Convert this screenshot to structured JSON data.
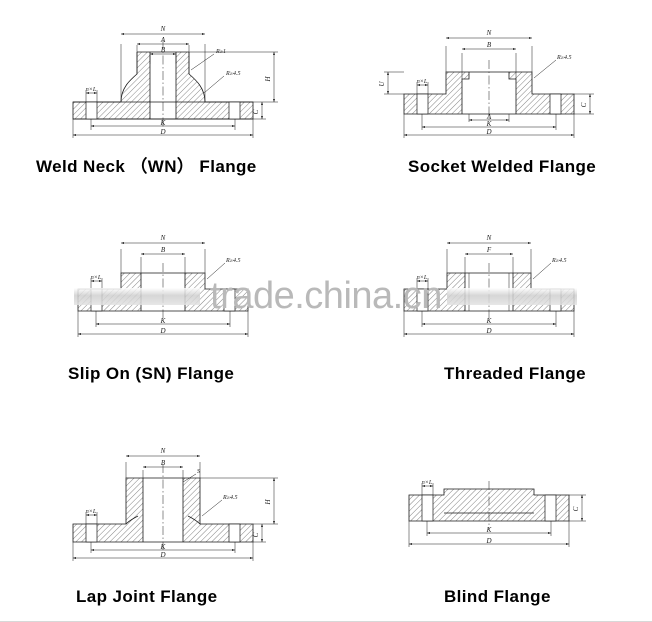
{
  "page": {
    "title": "Flange Types Technical Drawing Sheet",
    "background_color": "#ffffff",
    "line_color": "#1a1a1a",
    "watermark": {
      "text": "trade.china.cn",
      "color": "#b9b9b9"
    }
  },
  "figures": [
    {
      "id": "weld-neck",
      "caption": "Weld Neck （WN） Flange",
      "dimension_labels": [
        "N",
        "A",
        "B",
        "K",
        "D",
        "H",
        "C"
      ],
      "hole_label": "n×L",
      "radius_notes": [
        "R≥1",
        "R≥4.5"
      ],
      "section_hatched": true
    },
    {
      "id": "socket-welded",
      "caption": "Socket Welded Flange",
      "dimension_labels": [
        "N",
        "B",
        "A",
        "K",
        "D",
        "C",
        "U"
      ],
      "hole_label": "n×L",
      "radius_notes": [
        "R≥4.5"
      ],
      "section_hatched": true
    },
    {
      "id": "slip-on",
      "caption": "Slip On (SN) Flange",
      "dimension_labels": [
        "N",
        "B",
        "K",
        "D"
      ],
      "hole_label": "n×L",
      "radius_notes": [
        "R≥4.5"
      ],
      "section_hatched": true
    },
    {
      "id": "threaded",
      "caption": "Threaded Flange",
      "dimension_labels": [
        "N",
        "F",
        "K",
        "D"
      ],
      "hole_label": "n×L",
      "radius_notes": [
        "R≥4.5"
      ],
      "section_hatched": true
    },
    {
      "id": "lap-joint",
      "caption": "Lap Joint Flange",
      "dimension_labels": [
        "N",
        "B",
        "S",
        "K",
        "D",
        "H",
        "C"
      ],
      "hole_label": "n×L",
      "radius_notes": [
        "R≥4.5"
      ],
      "section_hatched": true
    },
    {
      "id": "blind",
      "caption": "Blind Flange",
      "dimension_labels": [
        "K",
        "D",
        "C"
      ],
      "hole_label": "n×L",
      "radius_notes": [],
      "section_hatched": true
    }
  ]
}
